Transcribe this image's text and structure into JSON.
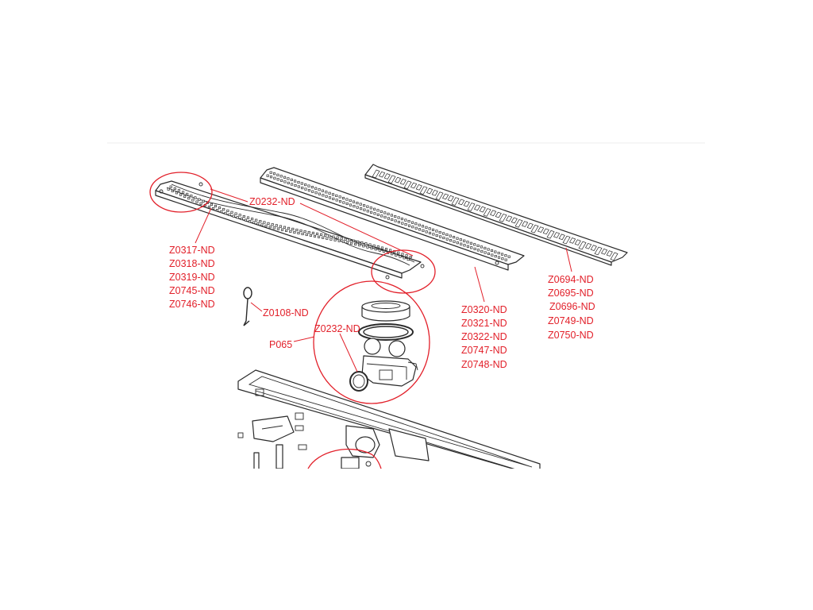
{
  "colors": {
    "callout": "#e2202a",
    "line_art": "#2a2a2a",
    "background": "#ffffff"
  },
  "callouts": {
    "grate_left_top": "Z0232-ND",
    "grate_left_codes": [
      "Z0317-ND",
      "Z0318-ND",
      "Z0319-ND",
      "Z0745-ND",
      "Z0746-ND"
    ],
    "pin": "Z0108-ND",
    "gasket": "Z0232-ND",
    "siphon": "P065",
    "grate_mid_codes": [
      "Z0320-ND",
      "Z0321-ND",
      "Z0322-ND",
      "Z0747-ND",
      "Z0748-ND"
    ],
    "grate_right_codes": [
      "Z0694-ND",
      "Z0695-ND",
      "Z0696-ND",
      "Z0749-ND",
      "Z0750-ND"
    ]
  }
}
